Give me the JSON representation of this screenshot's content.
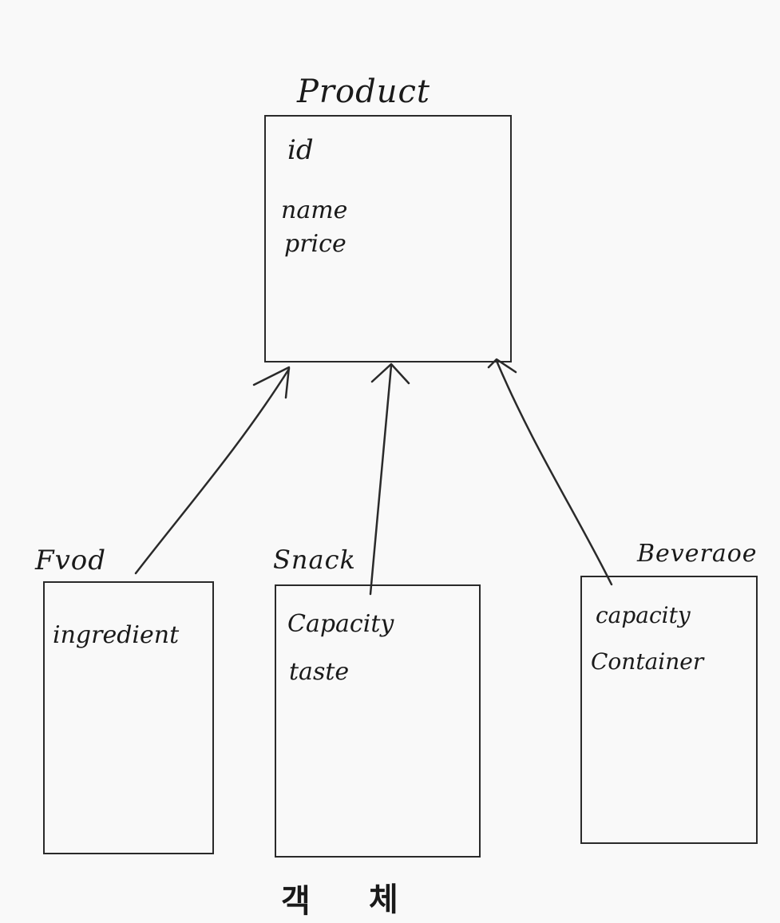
{
  "classes": {
    "product": {
      "name": "Product",
      "attributes": [
        "id",
        "name",
        "price"
      ]
    },
    "food": {
      "name": "Fvod",
      "attributes": [
        "ingredient"
      ]
    },
    "snack": {
      "name": "Snack",
      "attributes": [
        "Capacity",
        "taste"
      ]
    },
    "beverage": {
      "name": "Beveraoe",
      "attributes": [
        "capacity",
        "Container"
      ]
    }
  },
  "caption": {
    "left": "객",
    "right": "체"
  },
  "relations": [
    {
      "from": "food",
      "to": "product",
      "type": "inheritance"
    },
    {
      "from": "snack",
      "to": "product",
      "type": "inheritance"
    },
    {
      "from": "beverage",
      "to": "product",
      "type": "inheritance"
    }
  ]
}
